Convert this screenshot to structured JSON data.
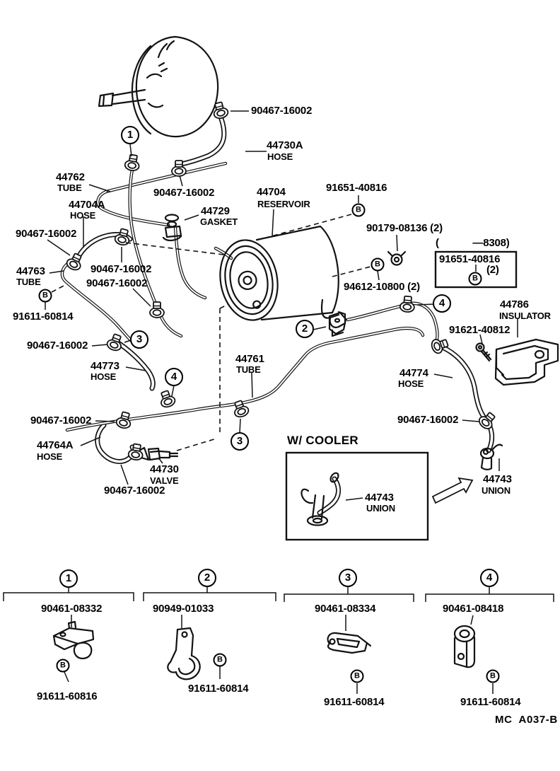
{
  "doc": {
    "footer_code": "MC  A037-B"
  },
  "labels": {
    "clamp": "90467-16002",
    "hose_44730a_num": "44730A",
    "hose_44730a_name": "HOSE",
    "tube_44762_num": "44762",
    "tube_44762_name": "TUBE",
    "hose_44704a_num": "44704A",
    "hose_44704a_name": "HOSE",
    "gasket_44729_num": "44729",
    "gasket_44729_name": "GASKET",
    "reservoir_44704_num": "44704",
    "reservoir_44704_name": "RESERVOIR",
    "bolt_91651": "91651-40816",
    "grommet_90179": "90179-08136 (2)",
    "range_note": "(            —8308)",
    "boxed_bolt_num": "91651-40816",
    "boxed_bolt_qty": "(2)",
    "clip_94612": "94612-10800 (2)",
    "tube_44763_num": "44763",
    "tube_44763_name": "TUBE",
    "nut_91611_60814": "91611-60814",
    "hose_44773_num": "44773",
    "hose_44773_name": "HOSE",
    "tube_44761_num": "44761",
    "tube_44761_name": "TUBE",
    "hose_44774_num": "44774",
    "hose_44774_name": "HOSE",
    "insulator_44786_num": "44786",
    "insulator_44786_name": "INSULATOR",
    "screw_91621": "91621-40812",
    "hose_44764a_num": "44764A",
    "hose_44764a_name": "HOSE",
    "valve_44730_num": "44730",
    "valve_44730_name": "VALVE",
    "union_44743_num": "44743",
    "union_44743_name": "UNION",
    "with_cooler": "W/ COOLER"
  },
  "markers": {
    "b": "B",
    "n1": "1",
    "n2": "2",
    "n3": "3",
    "n4": "4"
  },
  "legend": {
    "groups": [
      {
        "number": "1",
        "part": "90461-08332",
        "marker": "B",
        "fastener": "91611-60816"
      },
      {
        "number": "2",
        "part": "90949-01033",
        "marker": "B",
        "fastener": "91611-60814"
      },
      {
        "number": "3",
        "part": "90461-08334",
        "marker": "B",
        "fastener": "91611-60814"
      },
      {
        "number": "4",
        "part": "90461-08418",
        "marker": "B",
        "fastener": "91611-60814"
      }
    ]
  }
}
